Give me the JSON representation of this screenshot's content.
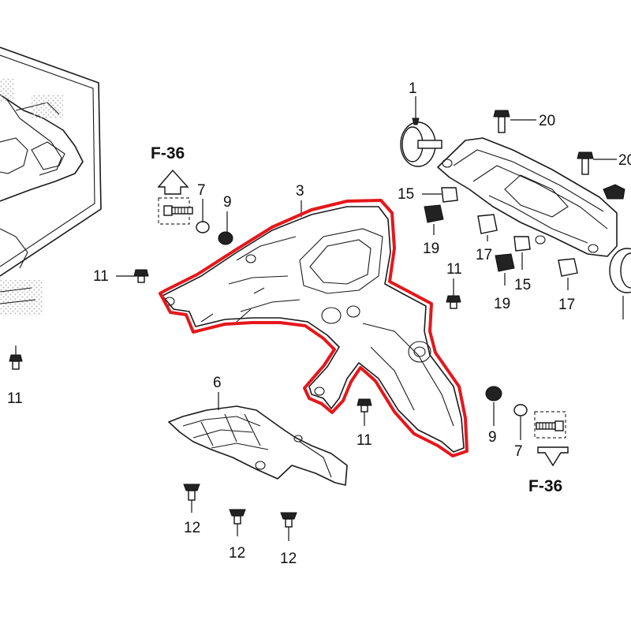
{
  "colors": {
    "highlight": "#e5171c",
    "line": "#1a1a1a",
    "hatch": "#c9c9c9"
  },
  "labels": {
    "p3": "3",
    "p6": "6",
    "p7_top": "7",
    "p7_bottom": "7",
    "p9_top": "9",
    "p9_bottom": "9",
    "p11_left": "11",
    "p11_right": "11",
    "p11_center": "11",
    "p11_far_left": "11",
    "p12_a": "12",
    "p12_b": "12",
    "p12_c": "12",
    "p15_a": "15",
    "p15_b": "15",
    "p17_a": "17",
    "p17_b": "17",
    "p19_a": "19",
    "p19_b": "19",
    "p20_a": "20",
    "p20_b": "20"
  },
  "refs": {
    "top": "F-36",
    "bottom": "F-36"
  }
}
